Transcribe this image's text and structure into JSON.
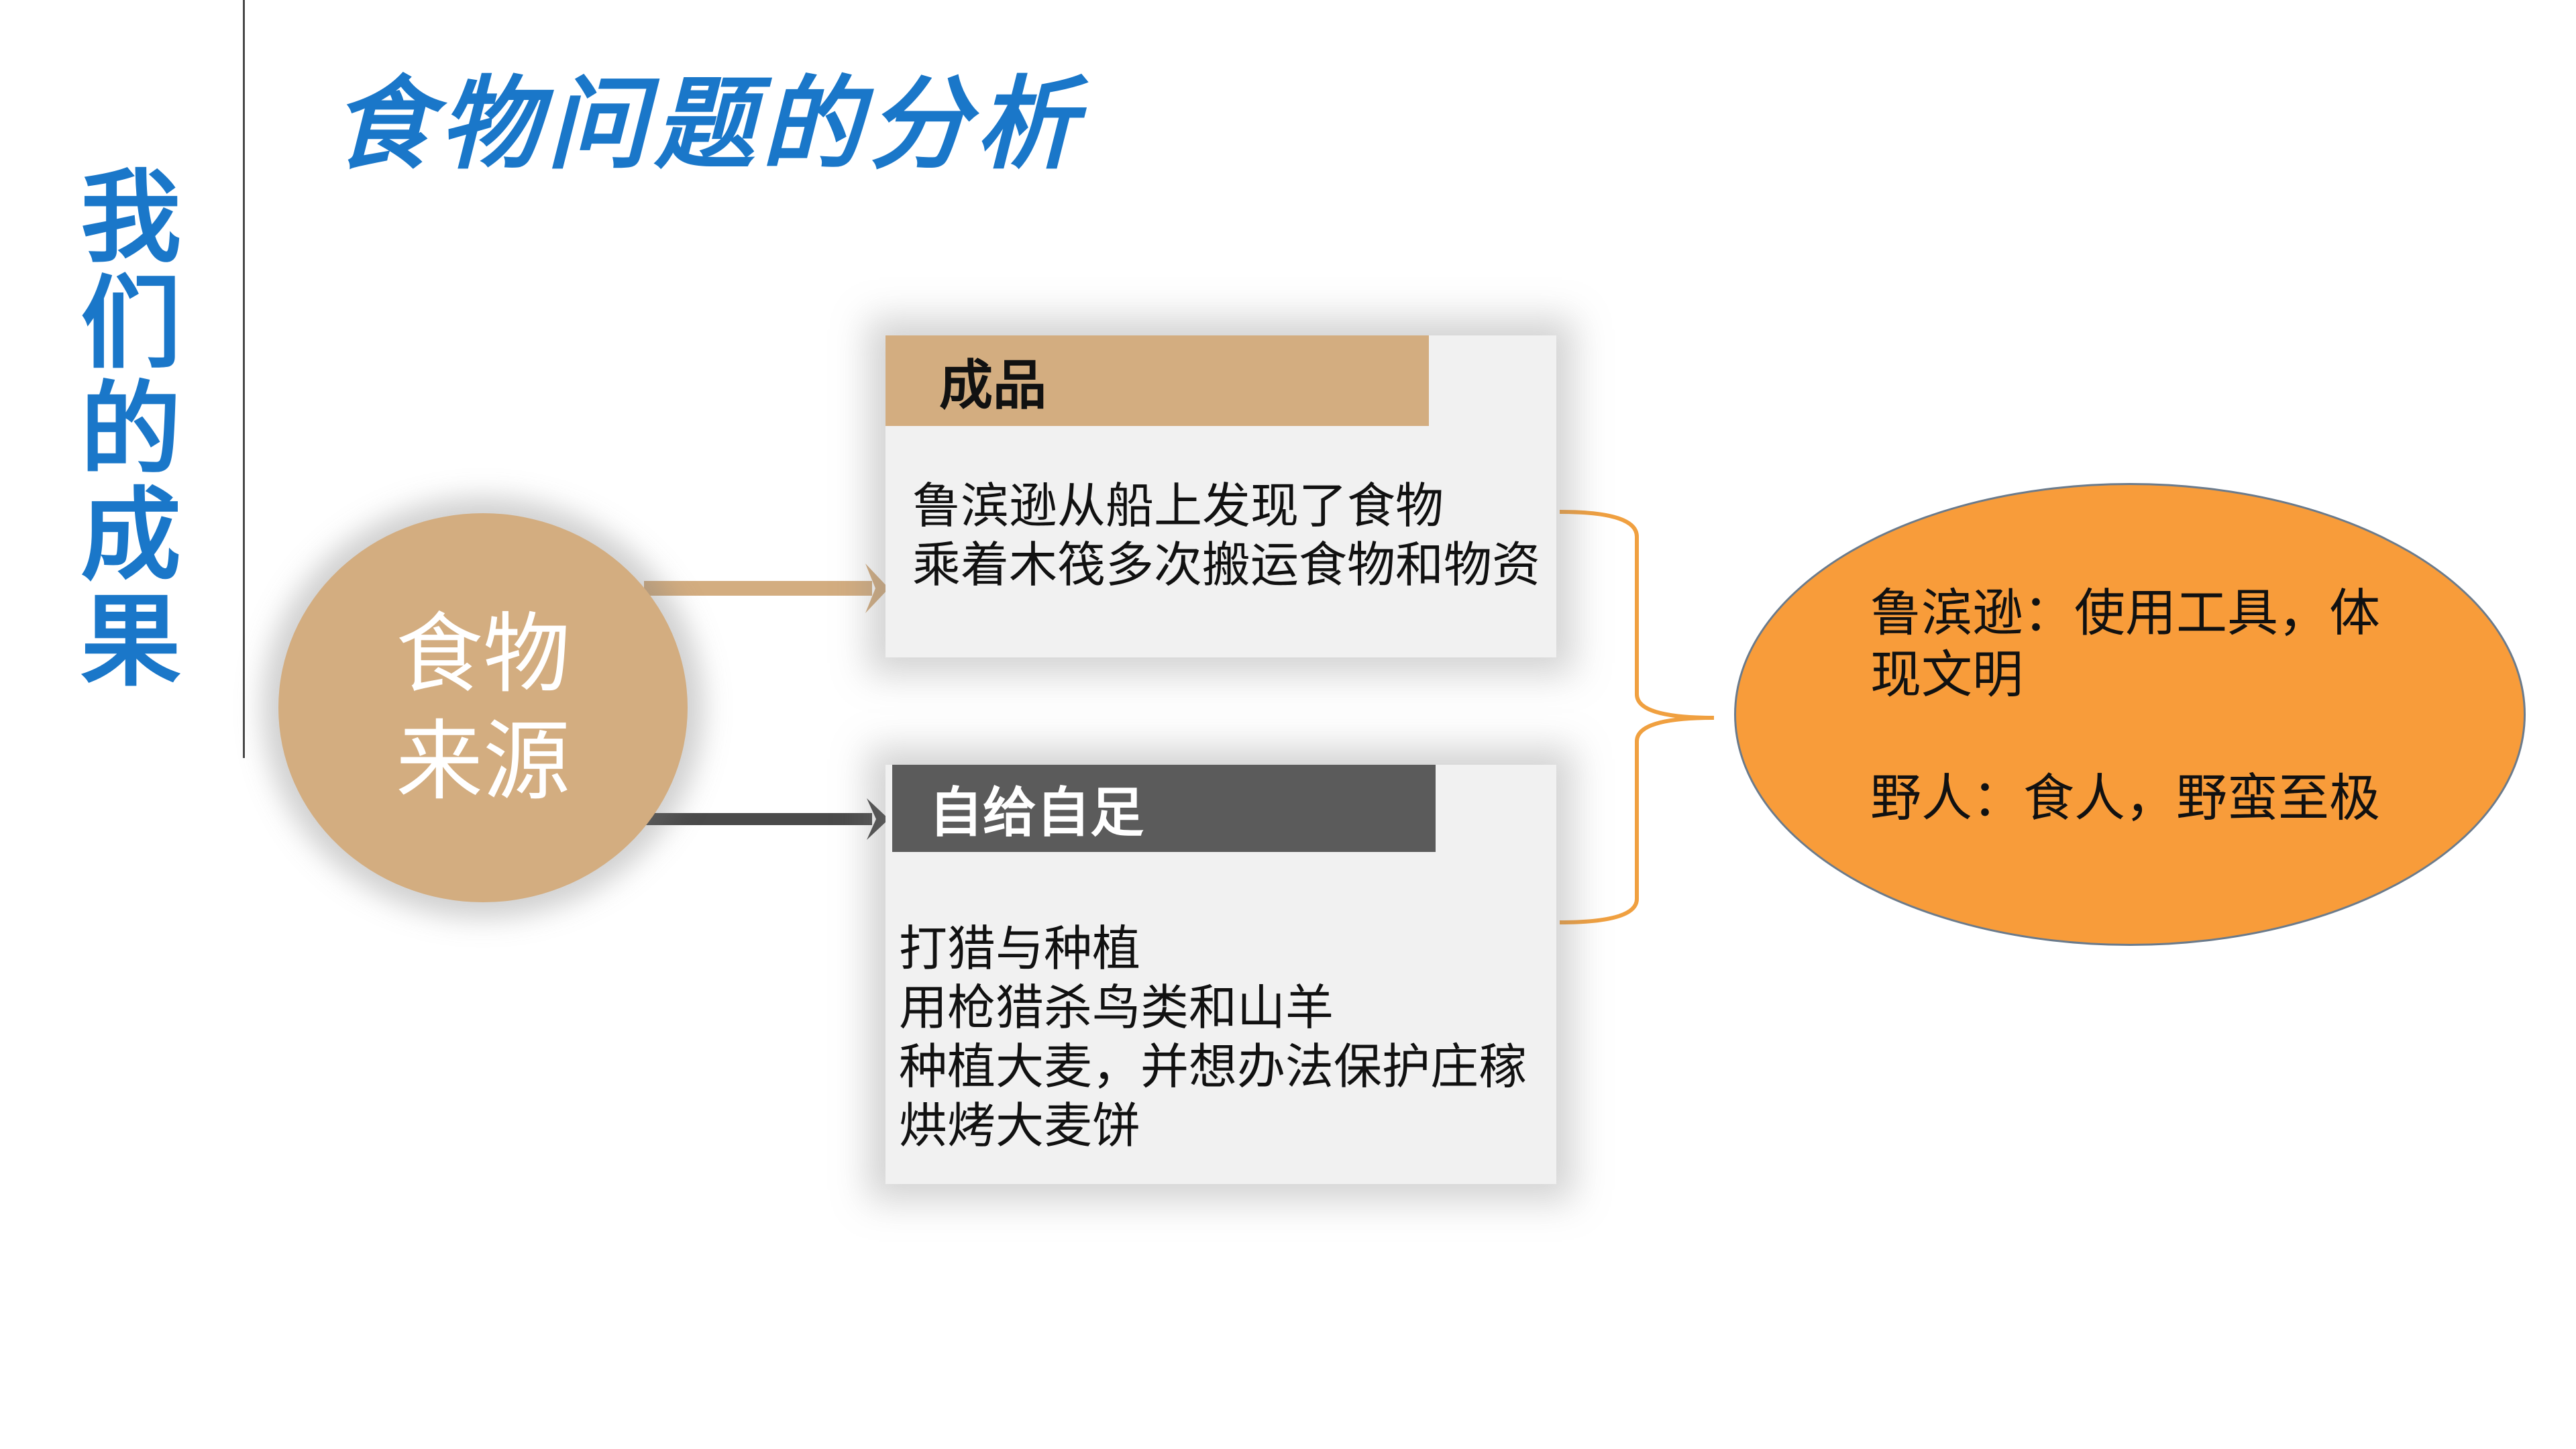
{
  "side_title": "我们的成果",
  "main_title": "食物问题的分析",
  "source": {
    "label": "食物来源"
  },
  "boxes": {
    "top": {
      "header": "成品",
      "lines": [
        "鲁滨逊从船上发现了食物",
        "乘着木筏多次搬运食物和物资"
      ]
    },
    "bottom": {
      "header": "自给自足",
      "lines": [
        "打猎与种植",
        "用枪猎杀鸟类和山羊",
        "种植大麦，并想办法保护庄稼",
        "烘烤大麦饼"
      ]
    }
  },
  "result": {
    "line1": "鲁滨逊：使用工具，体现文明",
    "line2": "野人：食人，野蛮至极"
  },
  "colors": {
    "title_blue": "#1a77c9",
    "tan": "#d3ad80",
    "dark_gray": "#5b5b5b",
    "orange": "#f89c3a",
    "bracket_orange": "#f0a040"
  }
}
